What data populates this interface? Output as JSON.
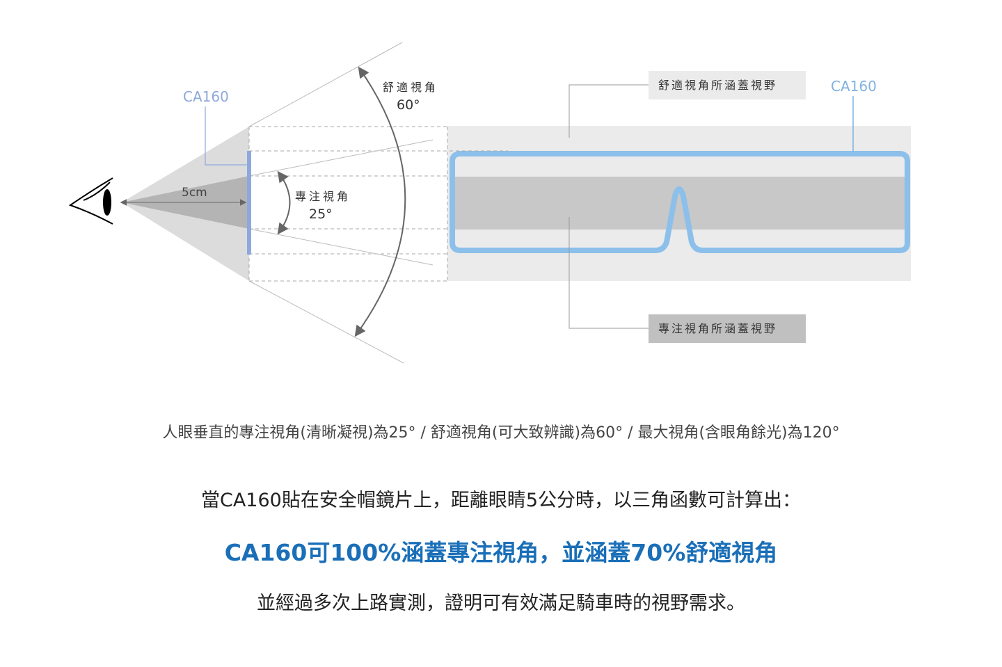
{
  "diagram": {
    "ca160_left": "CA160",
    "distance": "5cm",
    "comfort_angle_label": "舒適視角",
    "comfort_angle_value": "60°",
    "focus_angle_label": "專注視角",
    "focus_angle_value": "25°",
    "comfort_field_label": "舒適視角所涵蓋視野",
    "ca160_right": "CA160",
    "focus_field_label": "專注視角所涵蓋視野"
  },
  "captions": {
    "line1": "人眼垂直的專注視角(清晰凝視)為25° / 舒適視角(可大致辨識)為60° / 最大視角(含眼角餘光)為120°",
    "line2": "當CA160貼在安全帽鏡片上，距離眼睛5公分時，以三角函數可計算出：",
    "highlight": "CA160可100%涵蓋專注視角，並涵蓋70%舒適視角",
    "line4": "並經過多次上路實測，證明可有效滿足騎車時的視野需求。"
  },
  "colors": {
    "ca160": "#8ea8dc",
    "goggle": "#8cc0ea",
    "highlight": "#1a6fb8"
  }
}
